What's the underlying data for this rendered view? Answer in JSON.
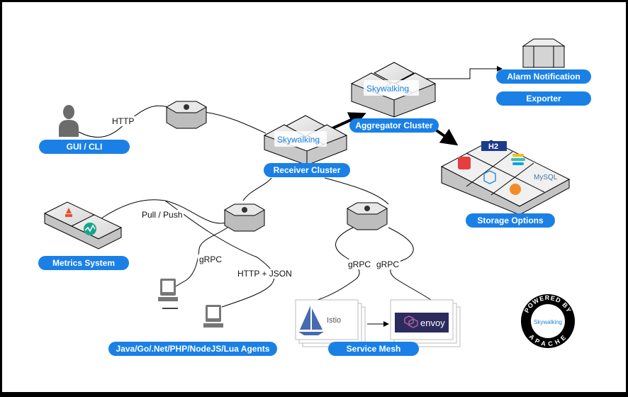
{
  "labels": {
    "gui_cli": "GUI / CLI",
    "receiver_cluster": "Receiver Cluster",
    "aggregator_cluster": "Aggregator Cluster",
    "alarm_notification": "Alarm Notification",
    "exporter": "Exporter",
    "storage_options": "Storage Options",
    "metrics_system": "Metrics System",
    "agents": "Java/Go/.Net/PHP/NodeJS/Lua Agents",
    "service_mesh": "Service Mesh"
  },
  "edges": {
    "http": "HTTP",
    "pull_push": "Pull / Push",
    "grpc_agents": "gRPC",
    "http_json": "HTTP + JSON",
    "grpc_istio": "gRPC",
    "grpc_envoy": "gRPC"
  },
  "brands": {
    "skywalking": "Skywalking",
    "h2": "H2",
    "mysql": "MySQL",
    "istio": "Istio",
    "envoy": "envoy",
    "powered_by": "POWERED BY",
    "apache": "APACHE"
  },
  "colors": {
    "accent_blue": "#1a80e6",
    "envoy_purple": "#ac6199",
    "envoy_bg": "#2c2b5e",
    "istio_blue": "#466bb0",
    "tidb_red": "#e63d3d",
    "prometheus_orange": "#e6522c"
  }
}
